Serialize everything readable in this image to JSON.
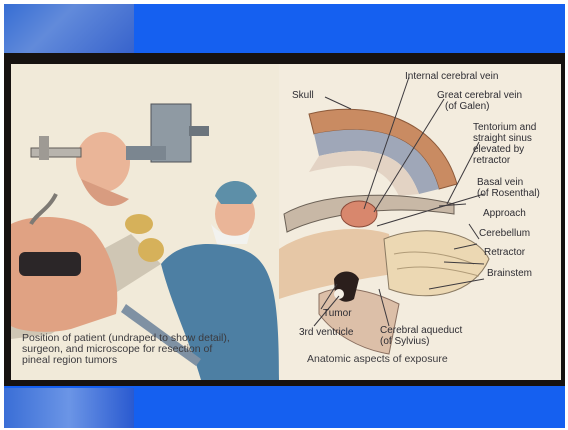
{
  "slide": {
    "background_color": "#1560f0",
    "left_caption": [
      "Position of patient (undraped to show detail),",
      "surgeon, and microscope for resection of",
      "pineal region tumors"
    ],
    "right_caption": "Anatomic aspects of exposure",
    "labels": {
      "skull": "Skull",
      "internal_cerebral_vein": "Internal cerebral vein",
      "great_cerebral_vein": [
        "Great cerebral vein",
        "(of Galen)"
      ],
      "tentorium": [
        "Tentorium and",
        "straight sinus",
        "elevated by",
        "retractor"
      ],
      "basal_vein": [
        "Basal vein",
        "(of Rosenthal)"
      ],
      "approach": "Approach",
      "cerebellum": "Cerebellum",
      "retractor": "Retractor",
      "brainstem": "Brainstem",
      "tumor": "Tumor",
      "third_ventricle": "3rd ventricle",
      "cerebral_aqueduct": [
        "Cerebral aqueduct",
        "(of Sylvius)"
      ]
    }
  }
}
